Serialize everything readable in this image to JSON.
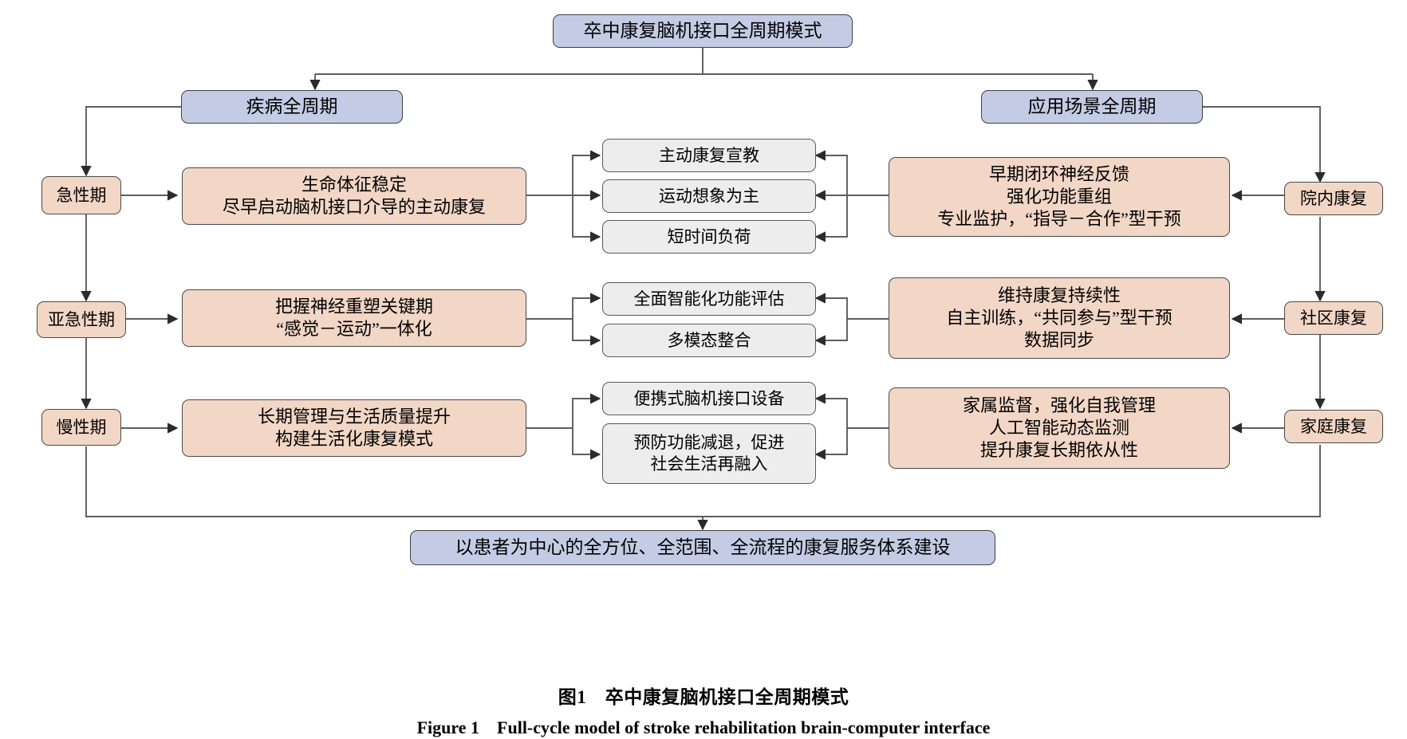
{
  "figure": {
    "caption_cn": "图1　卒中康复脑机接口全周期模式",
    "caption_en": "Figure 1　Full-cycle model of stroke rehabilitation brain-computer interface"
  },
  "colors": {
    "blue_fill": "#c3cce4",
    "peach_fill": "#f2d6c6",
    "grey_fill": "#ededed",
    "stroke": "#4a4a4a",
    "background": "#ffffff"
  },
  "diagram": {
    "root": {
      "label": "卒中康复脑机接口全周期模式"
    },
    "branches": {
      "left": {
        "label": "疾病全周期"
      },
      "right": {
        "label": "应用场景全周期"
      }
    },
    "footer": {
      "label": "以患者为中心的全方位、全范围、全流程的康复服务体系建设"
    },
    "rows": [
      {
        "stage": "急性期",
        "strategy": "生命体征稳定\n尽早启动脑机接口介导的主动康复",
        "tasks": [
          "主动康复宣教",
          "运动想象为主",
          "短时间负荷"
        ],
        "scenario": "早期闭环神经反馈\n强化功能重组\n专业监护，“指导－合作”型干预",
        "setting": "院内康复"
      },
      {
        "stage": "亚急性期",
        "strategy": "把握神经重塑关键期\n“感觉－运动”一体化",
        "tasks": [
          "全面智能化功能评估",
          "多模态整合"
        ],
        "scenario": "维持康复持续性\n自主训练，“共同参与”型干预\n数据同步",
        "setting": "社区康复"
      },
      {
        "stage": "慢性期",
        "strategy": "长期管理与生活质量提升\n构建生活化康复模式",
        "tasks": [
          "便携式脑机接口设备",
          "预防功能减退，促进\n社会生活再融入"
        ],
        "scenario": "家属监督，强化自我管理\n人工智能动态监测\n提升康复长期依从性",
        "setting": "家庭康复"
      }
    ]
  }
}
